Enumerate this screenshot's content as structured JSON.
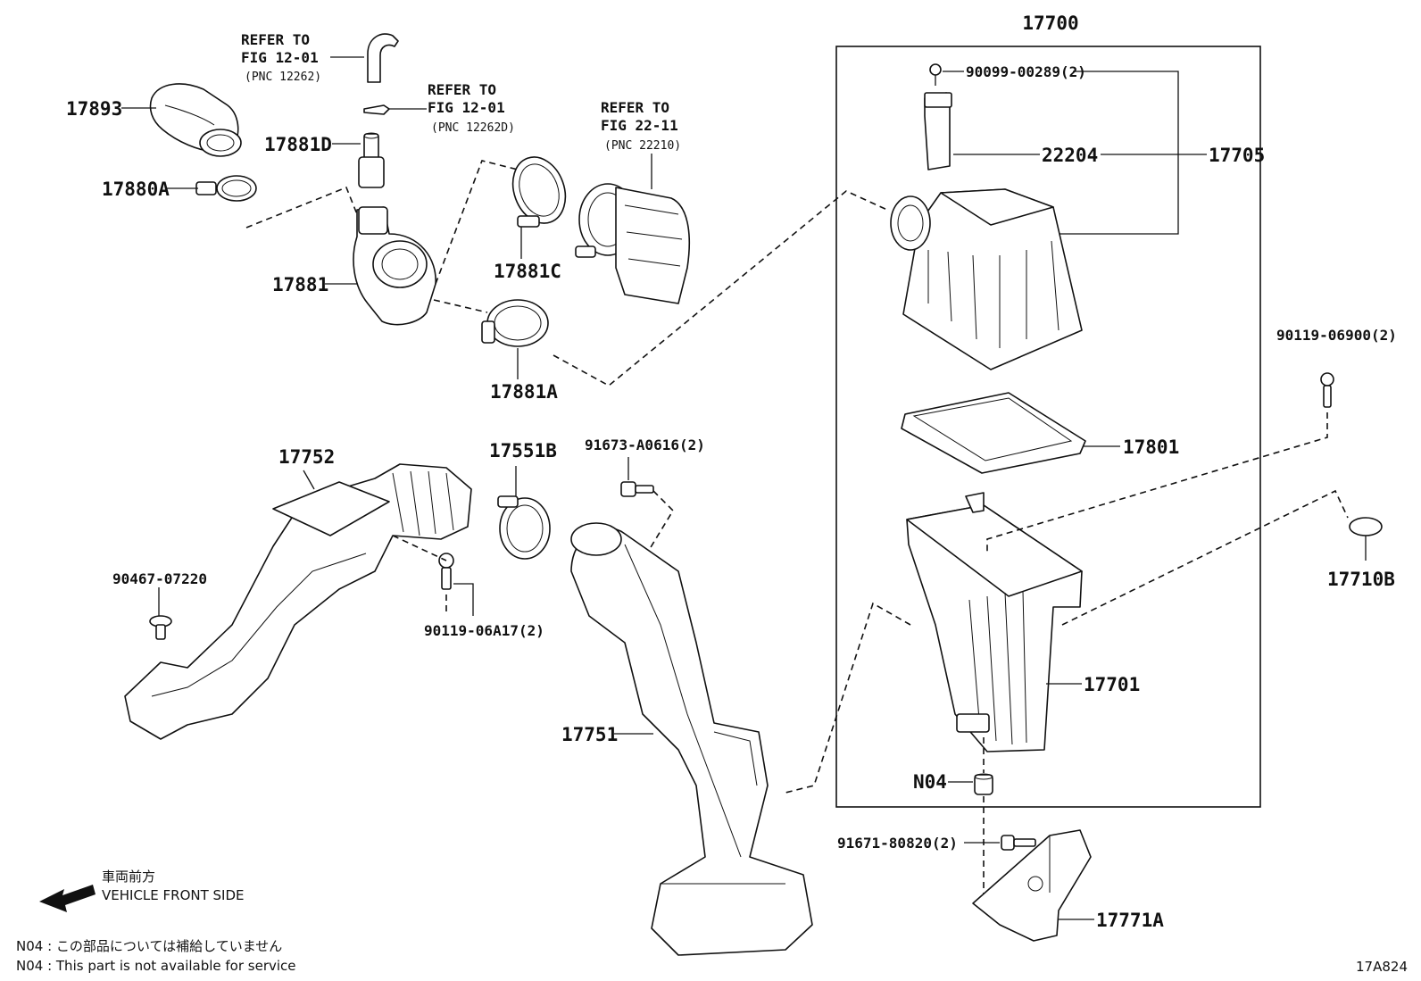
{
  "diagram_id": "17A824",
  "box_label": "17700",
  "orientation": {
    "jp": "車両前方",
    "en": "VEHICLE FRONT SIDE"
  },
  "notes": [
    "N04 : この部品については補給していません",
    "N04 : This part is not available for service"
  ],
  "refs": [
    {
      "line1": "REFER TO",
      "line2": "FIG 12-01",
      "line3": "(PNC 12262)"
    },
    {
      "line1": "REFER TO",
      "line2": "FIG 12-01",
      "line3": "(PNC 12262D)"
    },
    {
      "line1": "REFER TO",
      "line2": "FIG 22-11",
      "line3": "(PNC 22210)"
    }
  ],
  "parts": {
    "p17893": "17893",
    "p17881D": "17881D",
    "p17880A": "17880A",
    "p17881": "17881",
    "p17881C": "17881C",
    "p17881A": "17881A",
    "p90099": "90099-00289(2)",
    "p22204": "22204",
    "p17705": "17705",
    "p90119_069": "90119-06900(2)",
    "p17801": "17801",
    "p17710B": "17710B",
    "p17701": "17701",
    "pN04": "N04",
    "p91671": "91671-80820(2)",
    "p17771A": "17771A",
    "p17752": "17752",
    "p17551B": "17551B",
    "p91673": "91673-A0616(2)",
    "p90467": "90467-07220",
    "p90119_06A": "90119-06A17(2)",
    "p17751": "17751"
  }
}
